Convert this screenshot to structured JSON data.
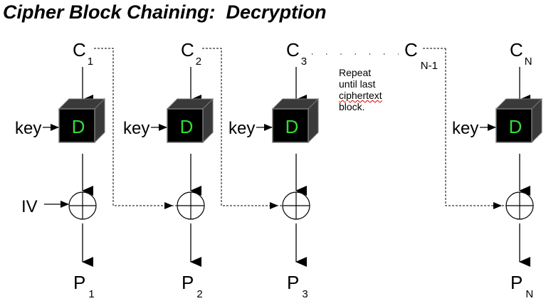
{
  "title": "Cipher Block Chaining:  Decryption",
  "note": {
    "lines": [
      "Repeat",
      "until last",
      "ciphertext",
      "block."
    ],
    "spellcheck_flagged_word": "ciphertext"
  },
  "iv_label": "IV",
  "box_letter": "D",
  "key_label": "key",
  "colors": {
    "box_face": "#000000",
    "box_side": "#3a3a3a",
    "box_letter": "#33dd33",
    "title": "#000000"
  },
  "columns": [
    {
      "cipher": "C",
      "cipher_sub": "1",
      "plain": "P",
      "plain_sub": "1"
    },
    {
      "cipher": "C",
      "cipher_sub": "2",
      "plain": "P",
      "plain_sub": "2"
    },
    {
      "cipher": "C",
      "cipher_sub": "3",
      "plain": "P",
      "plain_sub": "3"
    },
    {
      "cipher": "C",
      "cipher_sub": "N",
      "plain": "P",
      "plain_sub": "N"
    }
  ],
  "intermediate": {
    "cipher": "C",
    "cipher_sub": "N-1"
  }
}
